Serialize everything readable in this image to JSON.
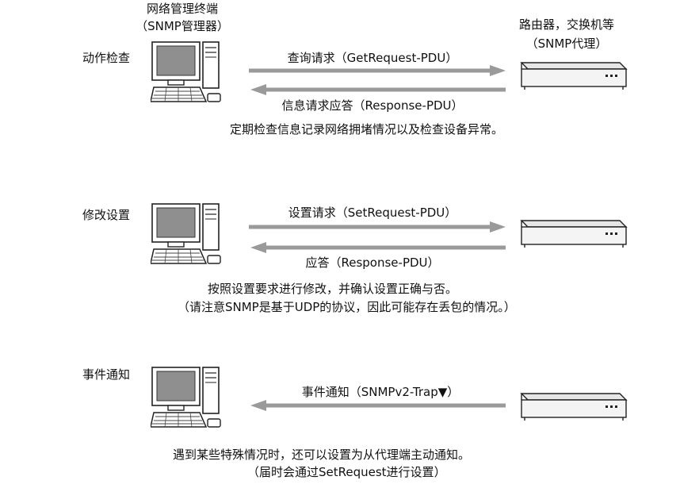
{
  "manager": {
    "title": "网络管理终端",
    "subtitle": "（SNMP管理器）"
  },
  "agent": {
    "title": "路由器，交换机等",
    "subtitle": "（SNMP代理）"
  },
  "sections": [
    {
      "label": "动作检查",
      "request": "查询请求（GetRequest-PDU）",
      "response": "信息请求应答（Response-PDU）",
      "notes": [
        "定期检查信息记录网络拥堵情况以及检查设备异常。"
      ]
    },
    {
      "label": "修改设置",
      "request": "设置请求（SetRequest-PDU）",
      "response": "应答（Response-PDU）",
      "notes": [
        "按照设置要求进行修改，并确认设置正确与否。",
        "（请注意SNMP是基于UDP的协议，因此可能存在丢包的情况。）"
      ]
    },
    {
      "label": "事件通知",
      "trap": "事件通知（SNMPv2-Trap▼）",
      "notes": [
        "遇到某些特殊情况时，还可以设置为从代理端主动通知。",
        "（届时会通过SetRequest进行设置）"
      ]
    }
  ],
  "colors": {
    "arrow": "#9a9a9a",
    "screen": "#8f8f8f",
    "outline": "#222222"
  }
}
